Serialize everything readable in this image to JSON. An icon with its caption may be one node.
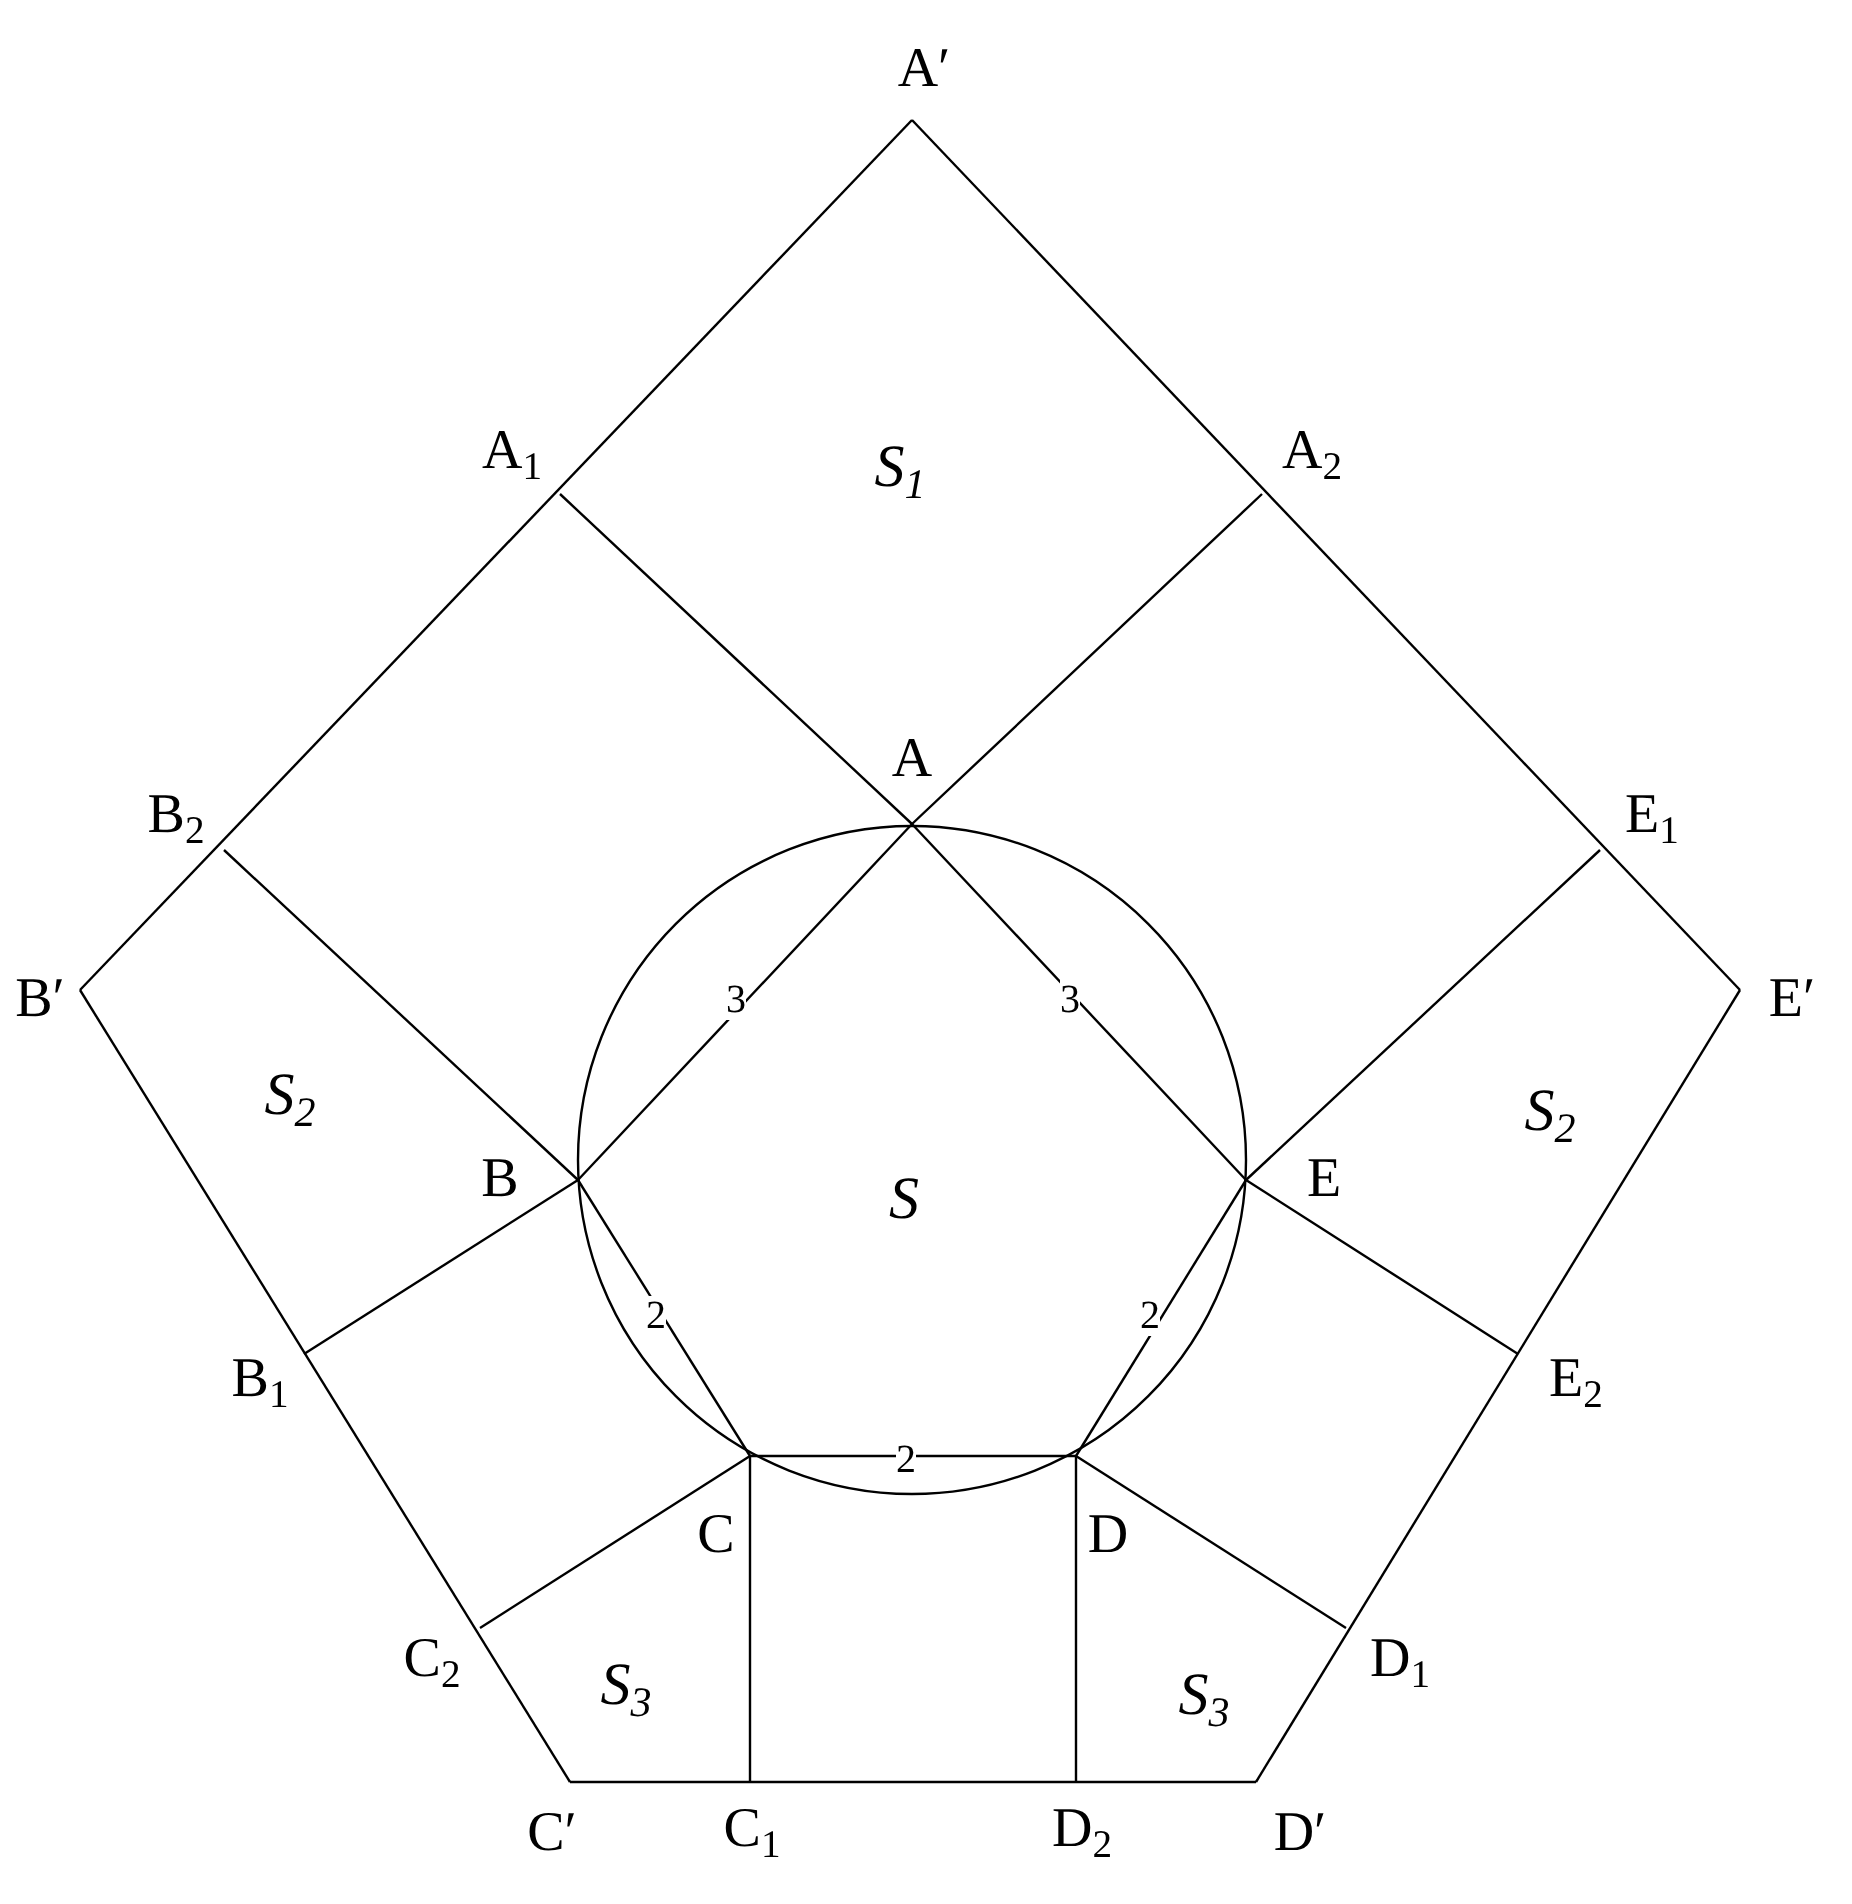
{
  "diagram": {
    "labels": [
      "A′",
      "A$_{1}$",
      "S$_{1}$",
      "A$_{2}$",
      "A",
      "B$_{2}$",
      "E$_{1}$",
      "B′",
      "3",
      "3",
      "E′",
      "S$_{2}$",
      "S$_{2}$",
      "B",
      "S",
      "E",
      "2",
      "2",
      "B$_{1}$",
      "E$_{2}$",
      "2",
      "C",
      "D",
      "C$_{2}$",
      "S$_{3}$",
      "S$_{3}$",
      "D$_{1}$",
      "C′",
      "C$_{1}$",
      "D$_{2}$",
      "D′"
    ]
  }
}
